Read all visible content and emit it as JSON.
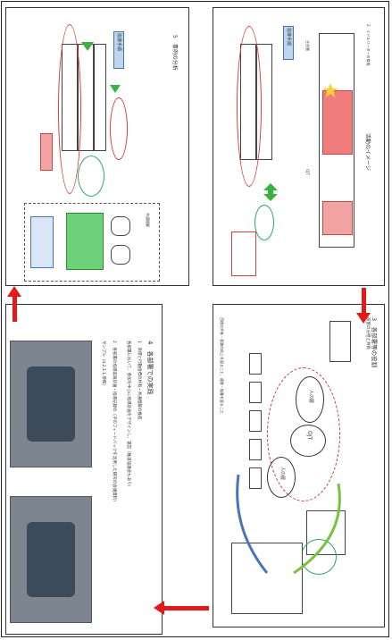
{
  "slides": {
    "top_left": {
      "heading": "5　事例の分析",
      "badge": "指導手順",
      "box_label": "共通理解"
    },
    "top_right": {
      "heading": "活動のイメージ",
      "badge": "指導手順",
      "sub_label": "2　ミドルリーダーの育成",
      "item_a": "主任層",
      "item_b": "OJT"
    },
    "bottom_left": {
      "heading": "4　各部署での実践",
      "line_1": "1　目標と行動指標の共有・共通理解の推進",
      "line_2": "各部署において、参加を中心に指導計画をデザインし、運営（推進協議会もあり）",
      "line_3": "2　各部署の指導実践計画・指導記録の（子のフィードバックを活用した研究の会議資料）",
      "line_4": "サンプル（4.2.1.1.参照）"
    },
    "bottom_right": {
      "heading": "3　各部署等の役割",
      "sub_heading": "役割の分担と共有",
      "center_label": "OJT",
      "oval_left": "人の層",
      "oval_right": "人の層",
      "footer": "目標の共有・意識の向上を図ること、連携・協働を図ること"
    }
  },
  "colors": {
    "arrow": "#e11b1b",
    "highlight_red": "#e03a3a",
    "highlight_green": "#2ea66a",
    "badge_blue": "#bcd6f2"
  }
}
